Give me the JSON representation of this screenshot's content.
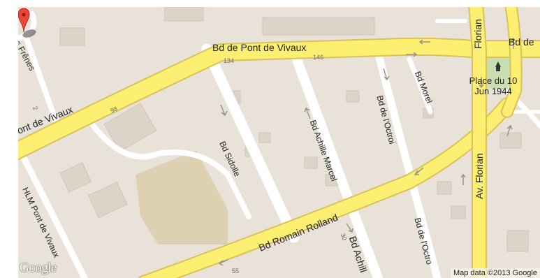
{
  "map": {
    "roads": {
      "bd_pont_vivaux_top": "Bd de Pont de Vivaux",
      "bd_pont_vivaux_left": "ont de Vivaux",
      "bd_sidolle": "Bd Sidolle",
      "bd_achille_marcel": "Bd Achille Marcel",
      "bd_octroi_upper": "Bd de l'Octroi",
      "bd_octroi_lower": "Bd de l'Octro",
      "bd_morel": "Bd Morel",
      "bd_romain_rolland": "Bd Romain Rolland",
      "bd_achille_lower": "Bd Achill",
      "av_florian_right": "Av. Florian",
      "av_florian_top": "Florian",
      "bd_de_right": "Bd de",
      "des_frenes": "es Frênes",
      "hlm_pont_vivaux": "HLM Pont de Vivaux"
    },
    "street_numbers": {
      "n134": "134",
      "n146": "146",
      "n98": "98",
      "n2": "2",
      "n30": "30",
      "n55": "55"
    },
    "place_label": "Place du 10 Jun 1944",
    "attribution": "Map data ©2013 Google",
    "logo_text": "Google"
  }
}
